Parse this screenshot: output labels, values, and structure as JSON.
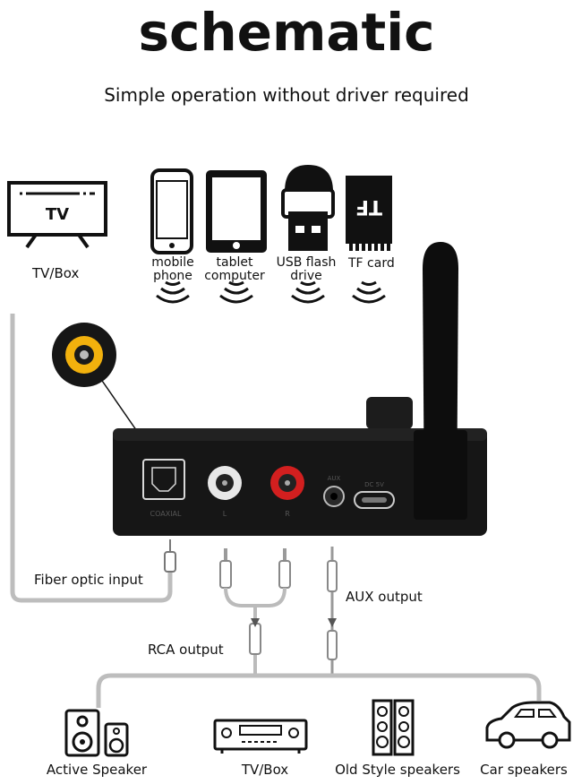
{
  "title": "schematic",
  "subtitle": "Simple operation without driver required",
  "sources": {
    "tv_box": "TV/Box",
    "mobile_phone": "mobile phone",
    "mobile_phone_l1": "mobile",
    "mobile_phone_l2": "phone",
    "tablet_l1": "tablet",
    "tablet_l2": "computer",
    "usb_l1": "USB flash",
    "usb_l2": "drive",
    "tf_card": "TF card",
    "tv_screen_text": "TV"
  },
  "connections": {
    "fiber": "Fiber optic input",
    "aux": "AUX output",
    "rca": "RCA output"
  },
  "outputs": {
    "active_speaker": "Active Speaker",
    "tv_box": "TV/Box",
    "old_speakers": "Old Style speakers",
    "car_speakers": "Car speakers"
  },
  "colors": {
    "device_body": "#151515",
    "rca_white": "#e8e8e8",
    "rca_red": "#d21f1f",
    "coax_yellow": "#f2b10d"
  }
}
